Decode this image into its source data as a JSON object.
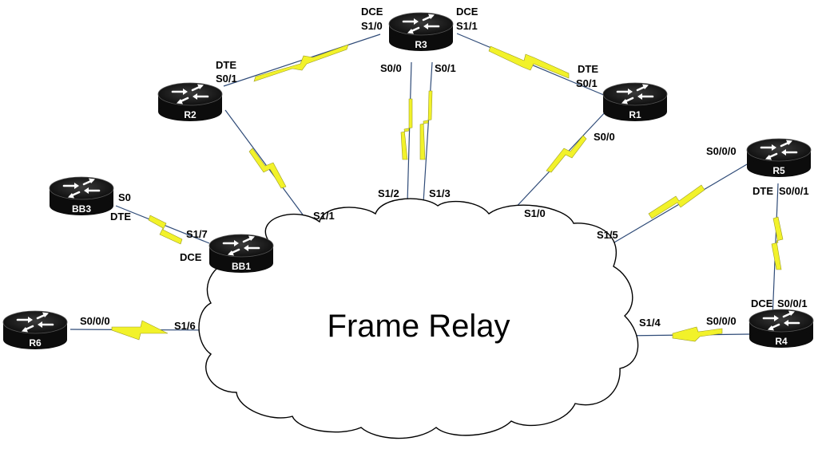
{
  "cloud": {
    "label": "Frame Relay"
  },
  "routers": [
    {
      "id": "r3",
      "label": "R3"
    },
    {
      "id": "r2",
      "label": "R2"
    },
    {
      "id": "r1",
      "label": "R1"
    },
    {
      "id": "bb3",
      "label": "BB3"
    },
    {
      "id": "bb1",
      "label": "BB1"
    },
    {
      "id": "r5",
      "label": "R5"
    },
    {
      "id": "r6",
      "label": "R6"
    },
    {
      "id": "r4",
      "label": "R4"
    }
  ],
  "interfaces": {
    "r3_dce_left": "DCE",
    "r3_s1_0": "S1/0",
    "r3_dce_right": "DCE",
    "r3_s1_1": "S1/1",
    "r3_s0_0": "S0/0",
    "r3_s0_1": "S0/1",
    "r2_dte": "DTE",
    "r2_s0_1": "S0/1",
    "r1_dte": "DTE",
    "r1_s0_1": "S0/1",
    "r1_s0_0": "S0/0",
    "bb3_s0": "S0",
    "bb3_dte": "DTE",
    "bb1_s1_7": "S1/7",
    "bb1_dce": "DCE",
    "fr_s1_1": "S1/1",
    "fr_s1_2": "S1/2",
    "fr_s1_3": "S1/3",
    "fr_s1_0": "S1/0",
    "fr_s1_5": "S1/5",
    "fr_s1_6": "S1/6",
    "fr_s1_4": "S1/4",
    "r5_s0_0_0": "S0/0/0",
    "r5_dte": "DTE",
    "r5_s0_0_1": "S0/0/1",
    "r4_dce": "DCE",
    "r4_s0_0_1": "S0/0/1",
    "r4_s0_0_0": "S0/0/0",
    "r6_s0_0_0": "S0/0/0"
  },
  "colors": {
    "link_bolt": "#f2f22a",
    "link_line": "#2f4b78",
    "router_body": "#111111",
    "router_arrows": "#ffffff"
  }
}
